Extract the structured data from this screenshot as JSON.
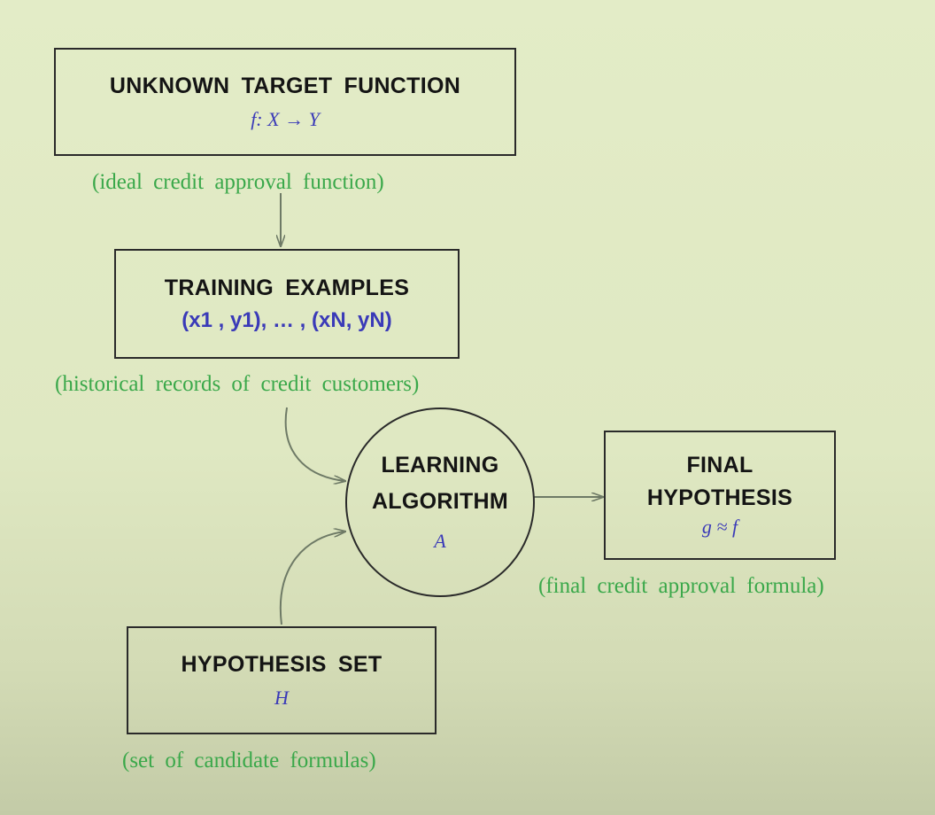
{
  "target_function": {
    "title": "UNKNOWN TARGET FUNCTION",
    "math": "f: X → Y",
    "caption": "(ideal credit approval function)"
  },
  "training_examples": {
    "title": "TRAINING EXAMPLES",
    "math": "(x1 , y1), … , (xN, yN)",
    "caption": "(historical records of credit customers)"
  },
  "learning_algorithm": {
    "title_line1": "LEARNING",
    "title_line2": "ALGORITHM",
    "math": "A"
  },
  "final_hypothesis": {
    "title_line1": "FINAL",
    "title_line2": "HYPOTHESIS",
    "math": "g ≈ f",
    "caption": "(final credit approval formula)"
  },
  "hypothesis_set": {
    "title": "HYPOTHESIS SET",
    "math": "H",
    "caption": "(set of candidate formulas)"
  },
  "colors": {
    "background": "#e1eac5",
    "box_border": "#2a2a2a",
    "title_text": "#141414",
    "math_text": "#3a3ab8",
    "caption_text": "#3aa84a",
    "arrow": "#6e7a66"
  }
}
